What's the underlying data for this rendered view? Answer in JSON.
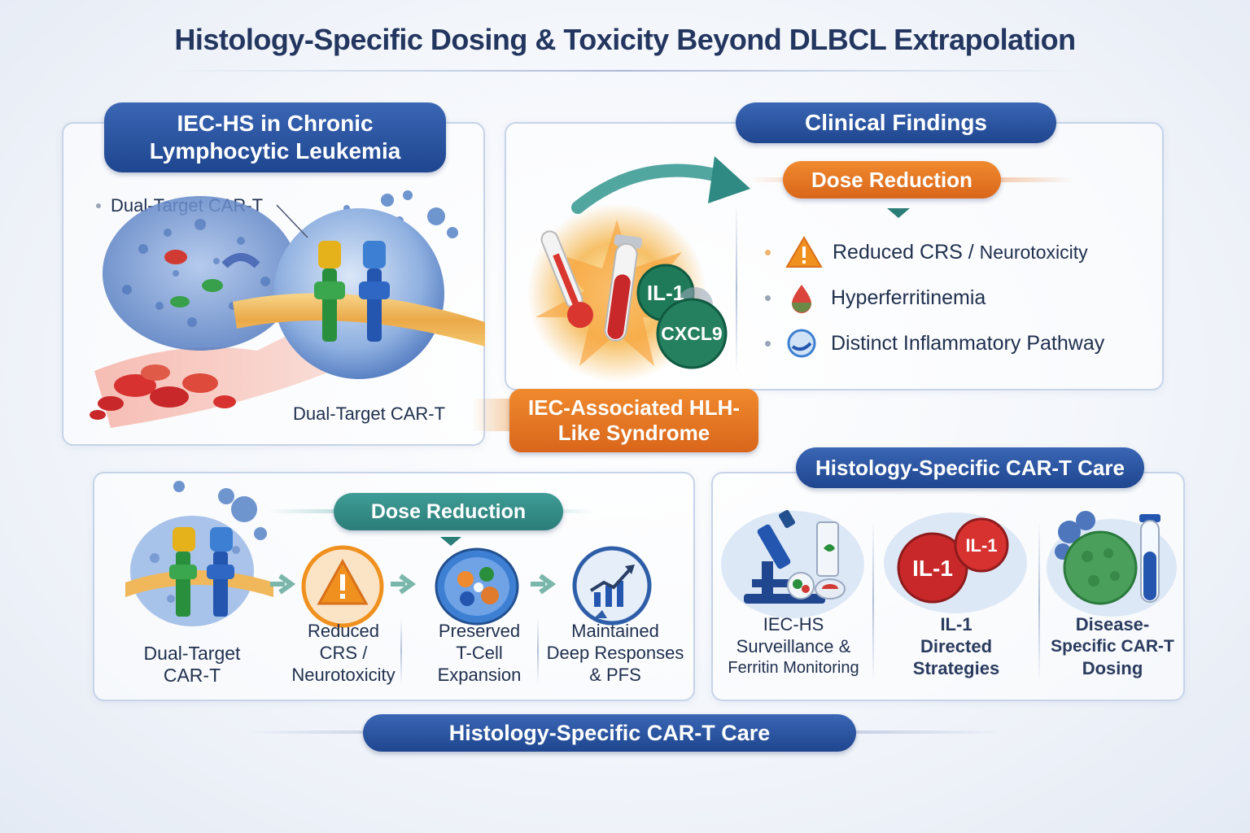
{
  "title": "Histology-Specific Dosing & Toxicity Beyond DLBCL Extrapolation",
  "left_panel": {
    "header_line1": "IEC-HS in Chronic",
    "header_line2": "Lymphocytic Leukemia",
    "label_top": "Dual-Target CAR-T",
    "label_bottom": "Dual-Target CAR-T"
  },
  "center_callout": {
    "line1": "IEC-Associated HLH-",
    "line2": "Like Syndrome",
    "marker1": "IL-1",
    "marker2": "CXCL9"
  },
  "findings_panel": {
    "header": "Clinical Findings",
    "sub_header": "Dose Reduction",
    "items": [
      {
        "main": "Reduced CRS",
        "sep": " / ",
        "minor": "Neurotoxicity"
      },
      {
        "main": "Hyperferritinemia"
      },
      {
        "main": "Distinct Inflammatory Pathway"
      }
    ]
  },
  "flow_panel": {
    "header": "Dose Reduction",
    "steps": [
      {
        "line1": "Dual-Target",
        "line2": "CAR-T"
      },
      {
        "line1": "Reduced",
        "line2": "CRS /",
        "line3": "Neurotoxicity"
      },
      {
        "line1": "Preserved",
        "line2": "T-Cell",
        "line3": "Expansion"
      },
      {
        "line1": "Maintained",
        "line2": "Deep Responses",
        "line3": "& PFS"
      }
    ]
  },
  "care_panel": {
    "header": "Histology-Specific CAR-T Care",
    "items": [
      {
        "line1": "IEC-HS",
        "line2": "Surveillance &",
        "line3": "Ferritin Monitoring"
      },
      {
        "line1": "IL-1",
        "line2": "Directed",
        "line3": "Strategies",
        "icon_a": "IL-1",
        "icon_b": "IL-1"
      },
      {
        "line1": "Disease-",
        "line2": "Specific CAR-T",
        "line3": "Dosing"
      }
    ]
  },
  "footer": "Histology-Specific CAR-T Care",
  "colors": {
    "navy": "#1f468f",
    "orange": "#e0711f",
    "teal": "#2f8a84",
    "panel_border": "#c6d3e8",
    "cell_blue": "#6d93cf",
    "receptor_green": "#2a8f3c",
    "receptor_blue": "#2456b0",
    "receptor_yellow": "#e6b21c",
    "blood_red": "#c8282a"
  }
}
